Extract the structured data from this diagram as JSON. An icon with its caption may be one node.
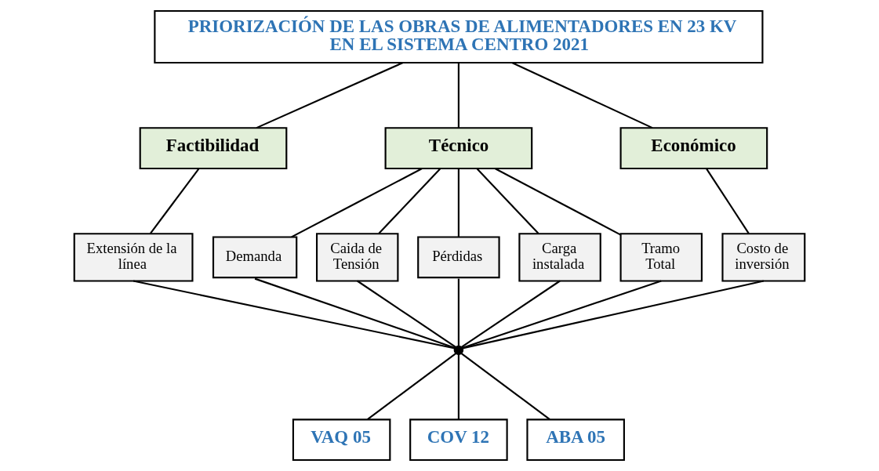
{
  "diagram": {
    "nodes": [
      {
        "text": [
          "PRIORIZACIÓN DE LAS OBRAS DE ALIMENTADORES EN 23 KV EN EL SISTEMA CENTRO 2021"
        ]
      },
      {
        "text": [
          "Factibilidad"
        ]
      },
      {
        "text": [
          "Técnico"
        ]
      },
      {
        "text": [
          "Económico"
        ]
      },
      {
        "text": [
          "Extensión de la línea"
        ]
      },
      {
        "text": [
          "Demanda"
        ]
      },
      {
        "text": [
          "Caida de Tensión"
        ]
      },
      {
        "text": [
          "Pérdidas"
        ]
      },
      {
        "text": [
          "Carga instalada"
        ]
      },
      {
        "text": [
          "Tramo Total"
        ]
      },
      {
        "text": [
          "Costo de inversión"
        ]
      },
      {
        "text": [],
        "shape": "circle"
      },
      {
        "text": [
          "VAQ 05"
        ]
      },
      {
        "text": [
          "COV 12"
        ]
      },
      {
        "text": [
          "ABA 05"
        ]
      }
    ],
    "edges": [
      {
        "from": 0,
        "to": 1,
        "arrow": "none"
      },
      {
        "from": 0,
        "to": 2,
        "arrow": "none"
      },
      {
        "from": 0,
        "to": 3,
        "arrow": "none"
      },
      {
        "from": 1,
        "to": 4,
        "arrow": "none"
      },
      {
        "from": 2,
        "to": 5,
        "arrow": "none"
      },
      {
        "from": 2,
        "to": 6,
        "arrow": "none"
      },
      {
        "from": 2,
        "to": 7,
        "arrow": "none"
      },
      {
        "from": 2,
        "to": 8,
        "arrow": "none"
      },
      {
        "from": 2,
        "to": 9,
        "arrow": "none"
      },
      {
        "from": 3,
        "to": 10,
        "arrow": "none"
      },
      {
        "from": 4,
        "to": 11,
        "arrow": "none"
      },
      {
        "from": 5,
        "to": 11,
        "arrow": "none"
      },
      {
        "from": 6,
        "to": 11,
        "arrow": "none"
      },
      {
        "from": 7,
        "to": 11,
        "arrow": "none"
      },
      {
        "from": 8,
        "to": 11,
        "arrow": "none"
      },
      {
        "from": 9,
        "to": 11,
        "arrow": "none"
      },
      {
        "from": 10,
        "to": 11,
        "arrow": "none"
      },
      {
        "from": 11,
        "to": 12,
        "arrow": "none"
      },
      {
        "from": 11,
        "to": 13,
        "arrow": "none"
      },
      {
        "from": 11,
        "to": 14,
        "arrow": "none"
      }
    ]
  }
}
